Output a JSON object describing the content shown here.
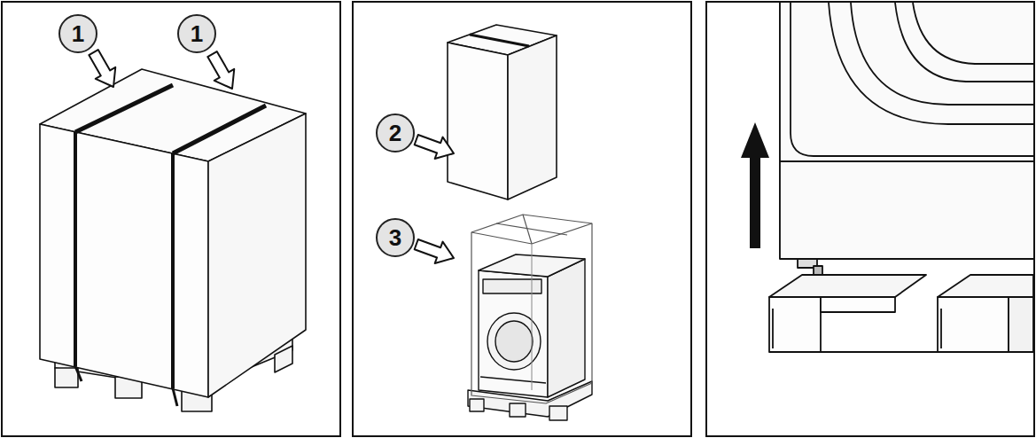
{
  "diagram": {
    "labels": [
      "1",
      "1",
      "2",
      "3"
    ]
  }
}
